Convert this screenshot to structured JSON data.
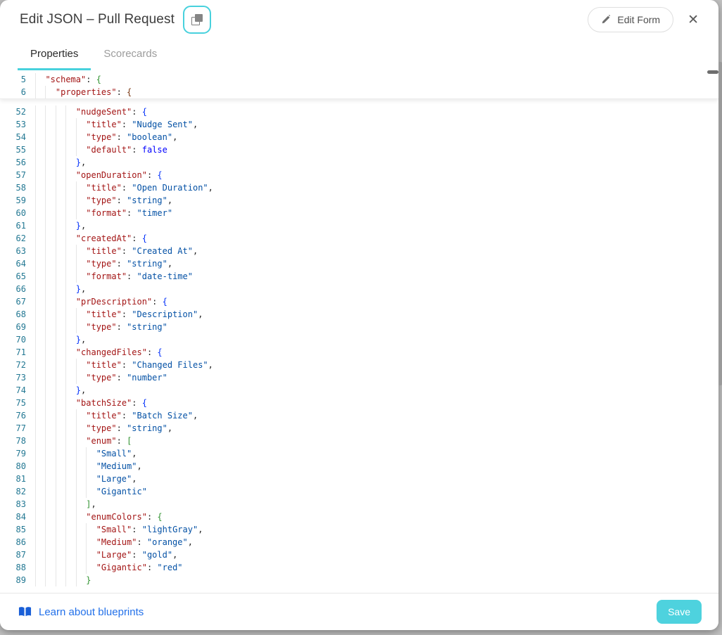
{
  "header": {
    "title": "Edit JSON – Pull Request",
    "edit_form_label": "Edit Form"
  },
  "tabs": [
    {
      "label": "Properties",
      "active": true
    },
    {
      "label": "Scorecards",
      "active": false
    }
  ],
  "icons": {
    "copy": "copy-icon",
    "pencil": "pencil-icon",
    "close": "✕",
    "book": "book-icon"
  },
  "colors": {
    "accent_teal": "#48d1dd",
    "save_button": "#4ed2de",
    "link_blue": "#2270e9",
    "line_number": "#237893",
    "json_key": "#a31515",
    "json_string": "#0451a5",
    "json_keyword": "#0000ff",
    "bracket_blue": "#0431fa",
    "bracket_green": "#319331",
    "bracket_brown": "#7b3814"
  },
  "editor": {
    "sticky_lines": [
      {
        "n": 5,
        "i": 1,
        "t": [
          [
            "key",
            "\"schema\""
          ],
          [
            "p",
            ": "
          ],
          [
            "bg",
            "{"
          ]
        ]
      },
      {
        "n": 6,
        "i": 2,
        "t": [
          [
            "key",
            "\"properties\""
          ],
          [
            "p",
            ": "
          ],
          [
            "bn",
            "{"
          ]
        ]
      }
    ],
    "lines": [
      {
        "n": 52,
        "i": 4,
        "t": [
          [
            "key",
            "\"nudgeSent\""
          ],
          [
            "p",
            ": "
          ],
          [
            "bb",
            "{"
          ]
        ]
      },
      {
        "n": 53,
        "i": 5,
        "t": [
          [
            "key",
            "\"title\""
          ],
          [
            "p",
            ": "
          ],
          [
            "str",
            "\"Nudge Sent\""
          ],
          [
            "p",
            ","
          ]
        ]
      },
      {
        "n": 54,
        "i": 5,
        "t": [
          [
            "key",
            "\"type\""
          ],
          [
            "p",
            ": "
          ],
          [
            "str",
            "\"boolean\""
          ],
          [
            "p",
            ","
          ]
        ]
      },
      {
        "n": 55,
        "i": 5,
        "t": [
          [
            "key",
            "\"default\""
          ],
          [
            "p",
            ": "
          ],
          [
            "kw",
            "false"
          ]
        ]
      },
      {
        "n": 56,
        "i": 4,
        "t": [
          [
            "bb",
            "}"
          ],
          [
            "p",
            ","
          ]
        ]
      },
      {
        "n": 57,
        "i": 4,
        "t": [
          [
            "key",
            "\"openDuration\""
          ],
          [
            "p",
            ": "
          ],
          [
            "bb",
            "{"
          ]
        ]
      },
      {
        "n": 58,
        "i": 5,
        "t": [
          [
            "key",
            "\"title\""
          ],
          [
            "p",
            ": "
          ],
          [
            "str",
            "\"Open Duration\""
          ],
          [
            "p",
            ","
          ]
        ]
      },
      {
        "n": 59,
        "i": 5,
        "t": [
          [
            "key",
            "\"type\""
          ],
          [
            "p",
            ": "
          ],
          [
            "str",
            "\"string\""
          ],
          [
            "p",
            ","
          ]
        ]
      },
      {
        "n": 60,
        "i": 5,
        "t": [
          [
            "key",
            "\"format\""
          ],
          [
            "p",
            ": "
          ],
          [
            "str",
            "\"timer\""
          ]
        ]
      },
      {
        "n": 61,
        "i": 4,
        "t": [
          [
            "bb",
            "}"
          ],
          [
            "p",
            ","
          ]
        ]
      },
      {
        "n": 62,
        "i": 4,
        "t": [
          [
            "key",
            "\"createdAt\""
          ],
          [
            "p",
            ": "
          ],
          [
            "bb",
            "{"
          ]
        ]
      },
      {
        "n": 63,
        "i": 5,
        "t": [
          [
            "key",
            "\"title\""
          ],
          [
            "p",
            ": "
          ],
          [
            "str",
            "\"Created At\""
          ],
          [
            "p",
            ","
          ]
        ]
      },
      {
        "n": 64,
        "i": 5,
        "t": [
          [
            "key",
            "\"type\""
          ],
          [
            "p",
            ": "
          ],
          [
            "str",
            "\"string\""
          ],
          [
            "p",
            ","
          ]
        ]
      },
      {
        "n": 65,
        "i": 5,
        "t": [
          [
            "key",
            "\"format\""
          ],
          [
            "p",
            ": "
          ],
          [
            "str",
            "\"date-time\""
          ]
        ]
      },
      {
        "n": 66,
        "i": 4,
        "t": [
          [
            "bb",
            "}"
          ],
          [
            "p",
            ","
          ]
        ]
      },
      {
        "n": 67,
        "i": 4,
        "t": [
          [
            "key",
            "\"prDescription\""
          ],
          [
            "p",
            ": "
          ],
          [
            "bb",
            "{"
          ]
        ]
      },
      {
        "n": 68,
        "i": 5,
        "t": [
          [
            "key",
            "\"title\""
          ],
          [
            "p",
            ": "
          ],
          [
            "str",
            "\"Description\""
          ],
          [
            "p",
            ","
          ]
        ]
      },
      {
        "n": 69,
        "i": 5,
        "t": [
          [
            "key",
            "\"type\""
          ],
          [
            "p",
            ": "
          ],
          [
            "str",
            "\"string\""
          ]
        ]
      },
      {
        "n": 70,
        "i": 4,
        "t": [
          [
            "bb",
            "}"
          ],
          [
            "p",
            ","
          ]
        ]
      },
      {
        "n": 71,
        "i": 4,
        "t": [
          [
            "key",
            "\"changedFiles\""
          ],
          [
            "p",
            ": "
          ],
          [
            "bb",
            "{"
          ]
        ]
      },
      {
        "n": 72,
        "i": 5,
        "t": [
          [
            "key",
            "\"title\""
          ],
          [
            "p",
            ": "
          ],
          [
            "str",
            "\"Changed Files\""
          ],
          [
            "p",
            ","
          ]
        ]
      },
      {
        "n": 73,
        "i": 5,
        "t": [
          [
            "key",
            "\"type\""
          ],
          [
            "p",
            ": "
          ],
          [
            "str",
            "\"number\""
          ]
        ]
      },
      {
        "n": 74,
        "i": 4,
        "t": [
          [
            "bb",
            "}"
          ],
          [
            "p",
            ","
          ]
        ]
      },
      {
        "n": 75,
        "i": 4,
        "t": [
          [
            "key",
            "\"batchSize\""
          ],
          [
            "p",
            ": "
          ],
          [
            "bb",
            "{"
          ]
        ]
      },
      {
        "n": 76,
        "i": 5,
        "t": [
          [
            "key",
            "\"title\""
          ],
          [
            "p",
            ": "
          ],
          [
            "str",
            "\"Batch Size\""
          ],
          [
            "p",
            ","
          ]
        ]
      },
      {
        "n": 77,
        "i": 5,
        "t": [
          [
            "key",
            "\"type\""
          ],
          [
            "p",
            ": "
          ],
          [
            "str",
            "\"string\""
          ],
          [
            "p",
            ","
          ]
        ]
      },
      {
        "n": 78,
        "i": 5,
        "t": [
          [
            "key",
            "\"enum\""
          ],
          [
            "p",
            ": "
          ],
          [
            "bg",
            "["
          ]
        ]
      },
      {
        "n": 79,
        "i": 6,
        "t": [
          [
            "str",
            "\"Small\""
          ],
          [
            "p",
            ","
          ]
        ]
      },
      {
        "n": 80,
        "i": 6,
        "t": [
          [
            "str",
            "\"Medium\""
          ],
          [
            "p",
            ","
          ]
        ]
      },
      {
        "n": 81,
        "i": 6,
        "t": [
          [
            "str",
            "\"Large\""
          ],
          [
            "p",
            ","
          ]
        ]
      },
      {
        "n": 82,
        "i": 6,
        "t": [
          [
            "str",
            "\"Gigantic\""
          ]
        ]
      },
      {
        "n": 83,
        "i": 5,
        "t": [
          [
            "bg",
            "]"
          ],
          [
            "p",
            ","
          ]
        ]
      },
      {
        "n": 84,
        "i": 5,
        "t": [
          [
            "key",
            "\"enumColors\""
          ],
          [
            "p",
            ": "
          ],
          [
            "bg",
            "{"
          ]
        ]
      },
      {
        "n": 85,
        "i": 6,
        "t": [
          [
            "key",
            "\"Small\""
          ],
          [
            "p",
            ": "
          ],
          [
            "str",
            "\"lightGray\""
          ],
          [
            "p",
            ","
          ]
        ]
      },
      {
        "n": 86,
        "i": 6,
        "t": [
          [
            "key",
            "\"Medium\""
          ],
          [
            "p",
            ": "
          ],
          [
            "str",
            "\"orange\""
          ],
          [
            "p",
            ","
          ]
        ]
      },
      {
        "n": 87,
        "i": 6,
        "t": [
          [
            "key",
            "\"Large\""
          ],
          [
            "p",
            ": "
          ],
          [
            "str",
            "\"gold\""
          ],
          [
            "p",
            ","
          ]
        ]
      },
      {
        "n": 88,
        "i": 6,
        "t": [
          [
            "key",
            "\"Gigantic\""
          ],
          [
            "p",
            ": "
          ],
          [
            "str",
            "\"red\""
          ]
        ]
      },
      {
        "n": 89,
        "i": 5,
        "t": [
          [
            "bg",
            "}"
          ]
        ]
      }
    ]
  },
  "footer": {
    "link_label": "Learn about blueprints",
    "save_label": "Save"
  }
}
